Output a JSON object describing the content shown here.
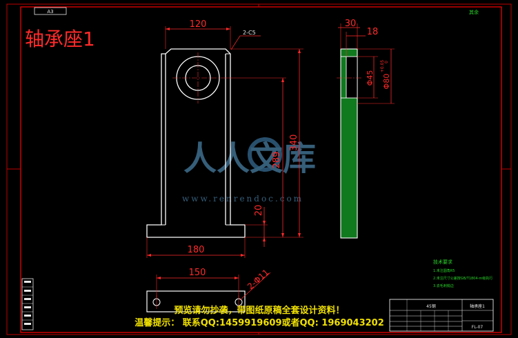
{
  "sheet": {
    "size_label": "A3",
    "top_right_note": "其余"
  },
  "title": "轴承座1",
  "front_view": {
    "dim_top_width": "120",
    "chamfer_note": "2-C5",
    "dim_bottom_width": "180",
    "dim_overall_height": "340",
    "dim_hole_to_base": "289",
    "dim_base_thickness": "20"
  },
  "side_view": {
    "dim_overall_thickness": "30",
    "dim_boss": "18",
    "dim_bore": "Φ45",
    "dim_counterbore": "Φ80",
    "tolerance_upper": "+0.05",
    "tolerance_lower": "0"
  },
  "bottom_view": {
    "dim_hole_spacing": "150",
    "hole_note": "2-Φ11"
  },
  "tech_requirements": {
    "heading": "技术要求",
    "lines": [
      "1.未注圆角R5",
      "2.未注尺寸公差按GB/T1804-m级执行",
      "3.去毛刺锐边"
    ]
  },
  "title_block": {
    "part_name": "轴承座1",
    "material": "45钢",
    "drawing_no": "FL-07"
  },
  "watermark": {
    "logo_text": "人人文库",
    "url": "www.renrendoc.com"
  },
  "overlay": {
    "line1": "预览请勿抄袭，带图纸原稿全套设计资料！",
    "line2": "温馨提示：  联系QQ:1459919609或者QQ: 1969043202"
  }
}
